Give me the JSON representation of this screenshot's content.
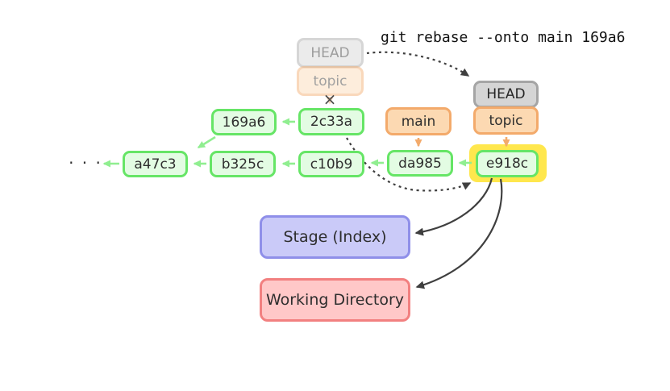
{
  "command": "git rebase --onto main 169a6",
  "labels": {
    "old_head": "HEAD",
    "old_topic": "topic",
    "head": "HEAD",
    "topic": "topic",
    "main": "main",
    "detach_cross": "×",
    "ellipsis": "· · ·"
  },
  "commits": {
    "c169a6": "169a6",
    "c2c33a": "2c33a",
    "a47c3": "a47c3",
    "b325c": "b325c",
    "c10b9": "c10b9",
    "da985": "da985",
    "e918c": "e918c"
  },
  "areas": {
    "stage": "Stage (Index)",
    "working_directory": "Working Directory"
  },
  "edges": [
    {
      "from": "2c33a",
      "to": "169a6",
      "type": "parent"
    },
    {
      "from": "169a6",
      "to": "a47c3",
      "type": "parent"
    },
    {
      "from": "c10b9",
      "to": "b325c",
      "type": "parent"
    },
    {
      "from": "b325c",
      "to": "a47c3",
      "type": "parent"
    },
    {
      "from": "a47c3",
      "to": "…",
      "type": "parent"
    },
    {
      "from": "da985",
      "to": "c10b9",
      "type": "parent"
    },
    {
      "from": "e918c",
      "to": "da985",
      "type": "parent"
    },
    {
      "from": "main",
      "to": "da985",
      "type": "ref"
    },
    {
      "from": "topic",
      "to": "e918c",
      "type": "ref"
    },
    {
      "from": "old topic",
      "to": "2c33a",
      "type": "ref-removed"
    },
    {
      "from": "old HEAD",
      "to": "HEAD",
      "type": "moved"
    },
    {
      "from": "2c33a",
      "to": "e918c",
      "type": "rebased"
    },
    {
      "from": "e918c",
      "to": "Stage (Index)",
      "type": "checkout"
    },
    {
      "from": "e918c",
      "to": "Working Directory",
      "type": "checkout"
    }
  ],
  "colors": {
    "commit_fill": "#e3fce3",
    "commit_border": "#66e566",
    "commit_arrow": "#90ee90",
    "ref_fill": "#fcd9b2",
    "ref_border": "#f3aa6b",
    "head_fill": "#d5d5d5",
    "head_border": "#a5a5a5",
    "highlight": "#ffe74d",
    "stage_fill": "#cacaf8",
    "stage_border": "#8f8fe9",
    "working_fill": "#ffc8c8",
    "working_border": "#f28080",
    "dark_arrow": "#3f3f3f"
  }
}
